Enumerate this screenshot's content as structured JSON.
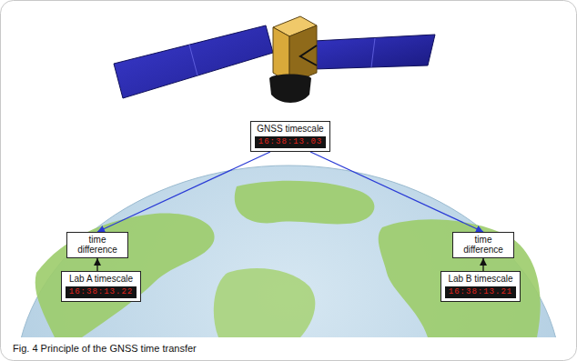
{
  "diagram": {
    "caption": "Fig. 4 Principle of the GNSS time transfer",
    "nodes": [
      {
        "text": [
          "GNSS timescale",
          "16:38:13.03"
        ]
      },
      {
        "text": [
          "time difference"
        ]
      },
      {
        "text": [
          "Lab A timescale",
          "16:38:13.22"
        ]
      },
      {
        "text": [
          "time difference"
        ]
      },
      {
        "text": [
          "Lab B timescale",
          "16:38:13.21"
        ]
      }
    ],
    "edges": [
      {
        "from": 0,
        "to": 1,
        "arrow": "to"
      },
      {
        "from": 0,
        "to": 3,
        "arrow": "to"
      },
      {
        "from": 2,
        "to": 1,
        "arrow": "to"
      },
      {
        "from": 4,
        "to": 3,
        "arrow": "to"
      }
    ]
  }
}
